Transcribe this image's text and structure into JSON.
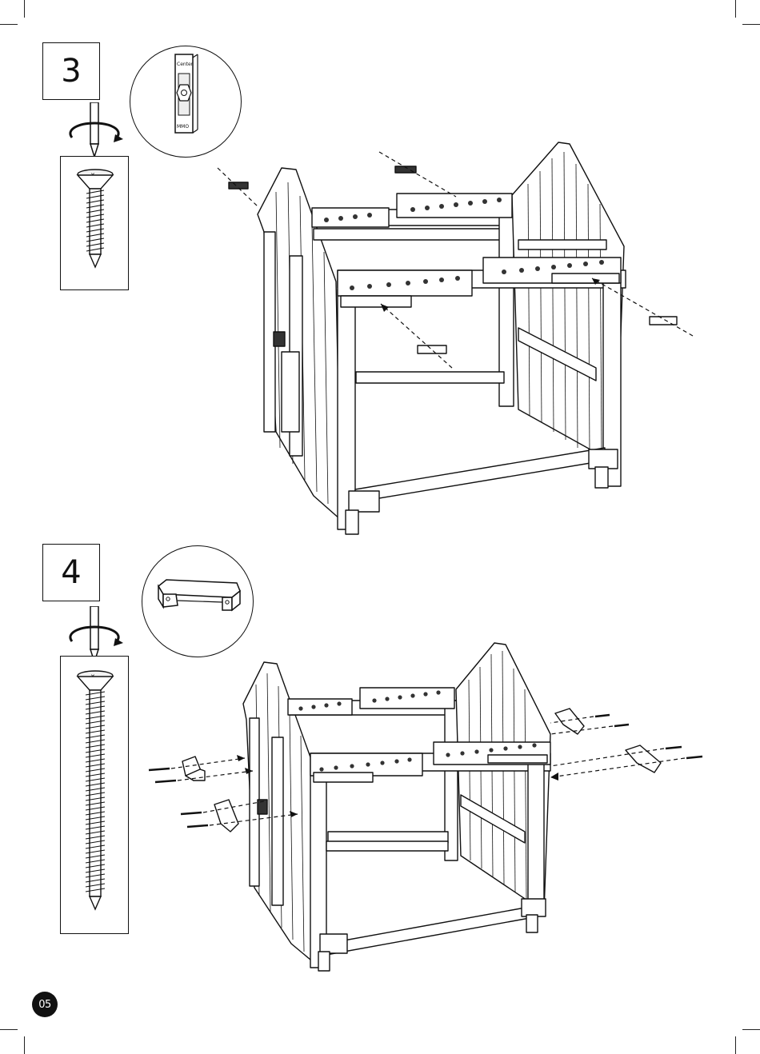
{
  "page": {
    "number": "05"
  },
  "steps": [
    {
      "number": "3",
      "detail_icon": "connector-bracket-icon",
      "detail_label_top": "Center",
      "detail_label_bottom": "MMO",
      "screw_icon": "short-screw-icon",
      "tool_icon": "screwdriver-rotate-icon"
    },
    {
      "number": "4",
      "detail_icon": "handle-block-icon",
      "screw_icon": "long-screw-icon",
      "tool_icon": "screwdriver-rotate-icon"
    }
  ]
}
